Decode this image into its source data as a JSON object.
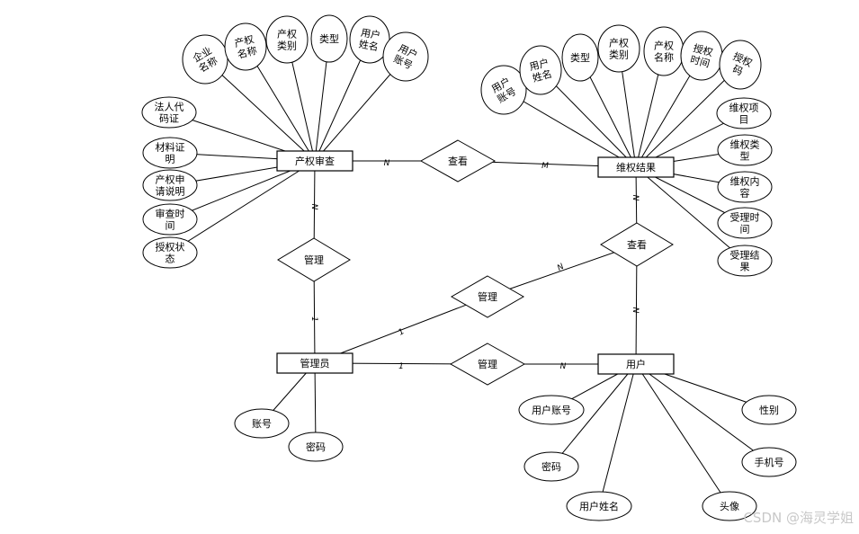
{
  "entities": [
    {
      "id": "chanquan",
      "label": "产权审查"
    },
    {
      "id": "weiquan",
      "label": "维权结果"
    },
    {
      "id": "admin",
      "label": "管理员"
    },
    {
      "id": "user",
      "label": "用户"
    }
  ],
  "relationships": [
    {
      "id": "r_chakan1",
      "label": "查看"
    },
    {
      "id": "r_guanli1",
      "label": "管理"
    },
    {
      "id": "r_chakan2",
      "label": "查看"
    },
    {
      "id": "r_guanli2",
      "label": "管理"
    },
    {
      "id": "r_guanli3",
      "label": "管理"
    }
  ],
  "attributes": [
    {
      "id": "a1",
      "entity": "chanquan",
      "lines": [
        "企业",
        "名称"
      ]
    },
    {
      "id": "a2",
      "entity": "chanquan",
      "lines": [
        "产权",
        "名称"
      ]
    },
    {
      "id": "a3",
      "entity": "chanquan",
      "lines": [
        "产权",
        "类别"
      ]
    },
    {
      "id": "a4",
      "entity": "chanquan",
      "lines": [
        "类型"
      ]
    },
    {
      "id": "a5",
      "entity": "chanquan",
      "lines": [
        "用户",
        "姓名"
      ]
    },
    {
      "id": "a6",
      "entity": "chanquan",
      "lines": [
        "用户",
        "账号"
      ]
    },
    {
      "id": "a7",
      "entity": "chanquan",
      "lines": [
        "法人代",
        "码证"
      ]
    },
    {
      "id": "a8",
      "entity": "chanquan",
      "lines": [
        "材料证",
        "明"
      ]
    },
    {
      "id": "a9",
      "entity": "chanquan",
      "lines": [
        "产权申",
        "请说明"
      ]
    },
    {
      "id": "a10",
      "entity": "chanquan",
      "lines": [
        "审查时",
        "间"
      ]
    },
    {
      "id": "a11",
      "entity": "chanquan",
      "lines": [
        "授权状",
        "态"
      ]
    },
    {
      "id": "b1",
      "entity": "weiquan",
      "lines": [
        "用户",
        "账号"
      ]
    },
    {
      "id": "b2",
      "entity": "weiquan",
      "lines": [
        "用户",
        "姓名"
      ]
    },
    {
      "id": "b3",
      "entity": "weiquan",
      "lines": [
        "类型"
      ]
    },
    {
      "id": "b4",
      "entity": "weiquan",
      "lines": [
        "产权",
        "类别"
      ]
    },
    {
      "id": "b5",
      "entity": "weiquan",
      "lines": [
        "产权",
        "名称"
      ]
    },
    {
      "id": "b6",
      "entity": "weiquan",
      "lines": [
        "授权",
        "时间"
      ]
    },
    {
      "id": "b7",
      "entity": "weiquan",
      "lines": [
        "授权",
        "码"
      ]
    },
    {
      "id": "b8",
      "entity": "weiquan",
      "lines": [
        "维权项",
        "目"
      ]
    },
    {
      "id": "b9",
      "entity": "weiquan",
      "lines": [
        "维权类",
        "型"
      ]
    },
    {
      "id": "b10",
      "entity": "weiquan",
      "lines": [
        "维权内",
        "容"
      ]
    },
    {
      "id": "b11",
      "entity": "weiquan",
      "lines": [
        "受理时",
        "间"
      ]
    },
    {
      "id": "b12",
      "entity": "weiquan",
      "lines": [
        "受理结",
        "果"
      ]
    },
    {
      "id": "c1",
      "entity": "admin",
      "lines": [
        "账号"
      ]
    },
    {
      "id": "c2",
      "entity": "admin",
      "lines": [
        "密码"
      ]
    },
    {
      "id": "d1",
      "entity": "user",
      "lines": [
        "用户账号"
      ]
    },
    {
      "id": "d2",
      "entity": "user",
      "lines": [
        "性别"
      ]
    },
    {
      "id": "d3",
      "entity": "user",
      "lines": [
        "密码"
      ]
    },
    {
      "id": "d4",
      "entity": "user",
      "lines": [
        "手机号"
      ]
    },
    {
      "id": "d5",
      "entity": "user",
      "lines": [
        "用户姓名"
      ]
    },
    {
      "id": "d6",
      "entity": "user",
      "lines": [
        "头像"
      ]
    }
  ],
  "connections": [
    {
      "from": "chanquan",
      "to": "r_chakan1",
      "card": "N"
    },
    {
      "from": "r_chakan1",
      "to": "weiquan",
      "card": "M"
    },
    {
      "from": "chanquan",
      "to": "r_guanli1",
      "card": "N"
    },
    {
      "from": "r_guanli1",
      "to": "admin",
      "card": "1"
    },
    {
      "from": "weiquan",
      "to": "r_chakan2",
      "card": "N"
    },
    {
      "from": "r_chakan2",
      "to": "user",
      "card": "N"
    },
    {
      "from": "admin",
      "to": "r_guanli2",
      "card": "1"
    },
    {
      "from": "r_guanli2",
      "to": "r_chakan2",
      "card": "N"
    },
    {
      "from": "admin",
      "to": "r_guanli3",
      "card": "1"
    },
    {
      "from": "r_guanli3",
      "to": "user",
      "card": "N"
    }
  ],
  "watermark": "CSDN @海灵学姐"
}
